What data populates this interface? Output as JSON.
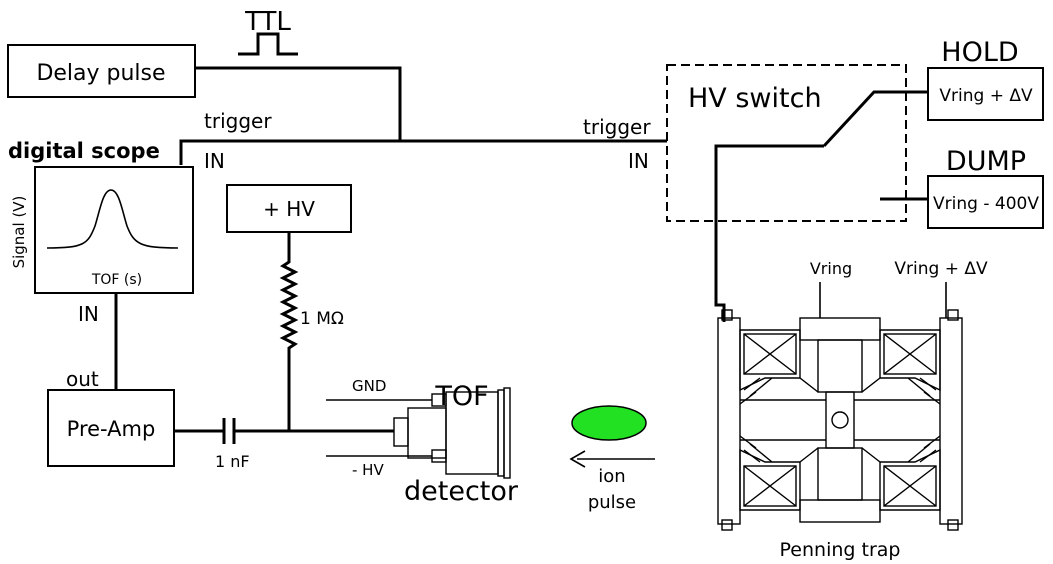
{
  "labels": {
    "ttl": "TTL",
    "delay_pulse": "Delay pulse",
    "trigger_left": "trigger",
    "trigger_right": "trigger",
    "in_scope_trigger": "IN",
    "in_switch": "IN",
    "digital_scope": "digital scope",
    "scope_ylabel": "Signal (V)",
    "scope_xlabel": "TOF (s)",
    "scope_in": "IN",
    "preamp_out": "out",
    "preamp": "Pre-Amp",
    "capacitor": "1 nF",
    "hv_supply": "+ HV",
    "resistor": "1 MΩ",
    "gnd": "GND",
    "neg_hv": "- HV",
    "tof_title": "TOF",
    "tof_detector": "detector",
    "ion_label_1": "ion",
    "ion_label_2": "pulse",
    "hv_switch": "HV switch",
    "hold": "HOLD",
    "hold_value": "Vring + ΔV",
    "dump": "DUMP",
    "dump_value": "Vring - 400V",
    "trap_vring": "Vring",
    "trap_vring_dv": "Vring + ΔV",
    "penning_trap": "Penning trap"
  },
  "colors": {
    "ion_fill": "#22e022",
    "line": "#000000"
  }
}
